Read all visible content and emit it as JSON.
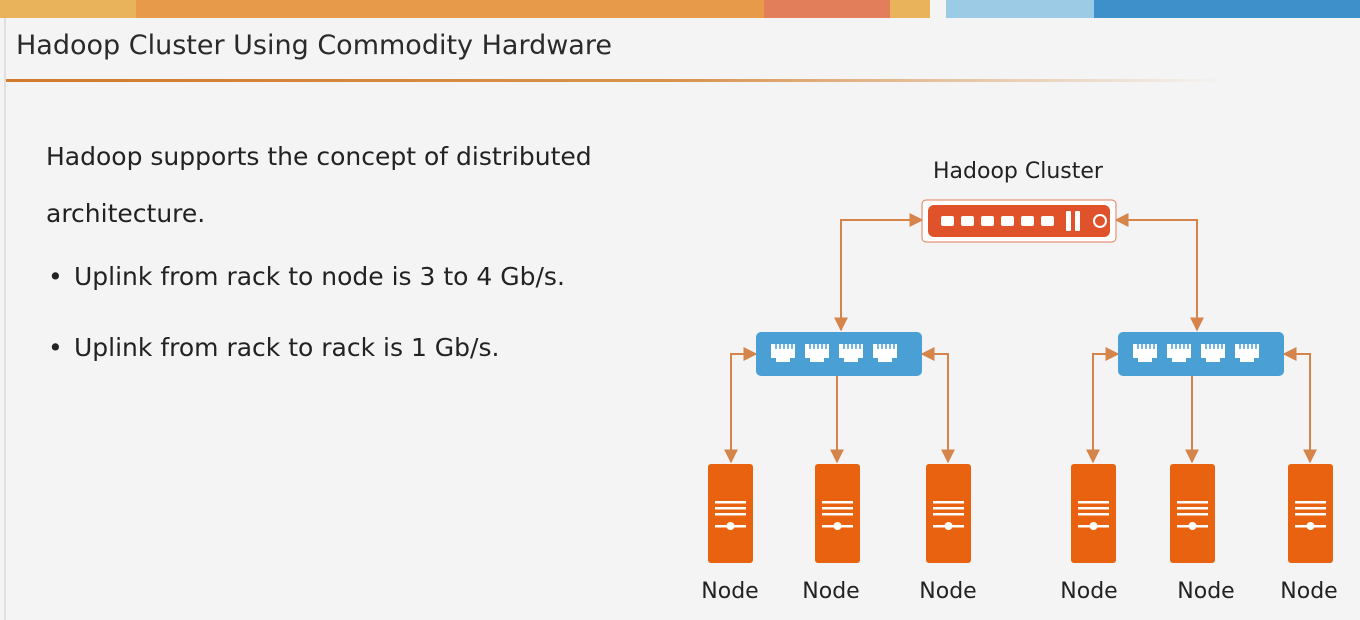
{
  "header": {
    "title": "Hadoop Cluster Using Commodity Hardware",
    "bar_colors": [
      "#e9b35c",
      "#e89a4b",
      "#e27f5a",
      "#e9b35c",
      "#9ccbe6",
      "#3d90c9"
    ]
  },
  "content": {
    "intro": "Hadoop supports the concept of distributed architecture.",
    "bullets": [
      "Uplink from rack to node is 3 to 4 Gb/s.",
      "Uplink from rack to rack is 1 Gb/s."
    ]
  },
  "diagram": {
    "cluster_label": "Hadoop Cluster",
    "node_label": "Node",
    "racks": 2,
    "nodes_per_rack": 3,
    "colors": {
      "router": "#e0522a",
      "switch": "#4aa0d5",
      "server": "#e8620f",
      "line": "#d5844a"
    }
  }
}
